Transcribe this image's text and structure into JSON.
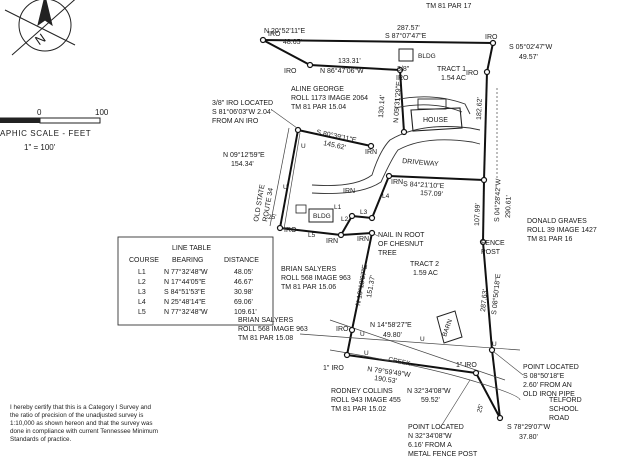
{
  "header": {
    "tm_ref": "TM 81 PAR 17"
  },
  "scale": {
    "ticks": [
      "0",
      "100"
    ],
    "label": "APHIC SCALE - FEET",
    "ratio": "1\" = 100'"
  },
  "compass": {
    "north": "N"
  },
  "labels": {
    "iro": "IRO",
    "irn": "IRN",
    "bldg": "BLDG",
    "house": "HOUSE",
    "barn": "BARN",
    "driveway": "DRIVEWAY",
    "creek": "CREEK",
    "fence_post": [
      "FENCE",
      "POST"
    ],
    "one_in_iro": "1\" IRO",
    "three_eighths": "3/8\"",
    "l_marks": [
      "L1",
      "L2",
      "L3",
      "L4",
      "L5"
    ],
    "u": "U",
    "dim_25": "25'",
    "dim_25b": "25'"
  },
  "tracts": {
    "tract1": {
      "name": "TRACT 1",
      "area": "1.54 AC"
    },
    "tract2": {
      "name": "TRACT 2",
      "area": "1.59 AC"
    }
  },
  "road": {
    "name": [
      "OLD STATE",
      "ROUTE 34"
    ]
  },
  "owners": {
    "aline_george": [
      "ALINE GEORGE",
      "ROLL 1173 IMAGE 2064",
      "TM 81 PAR 15.04"
    ],
    "iro_note": [
      "3/8\" IRO LOCATED",
      "S 81°06'03\"W 2.04'",
      "FROM AN IRO"
    ],
    "donald_graves": [
      "DONALD GRAVES",
      "ROLL 39 IMAGE 1427",
      "TM 81 PAR 16"
    ],
    "brian_salyers_1": [
      "BRIAN SALYERS",
      "ROLL 568 IMAGE 963",
      "TM 81 PAR 15.06"
    ],
    "brian_salyers_2": [
      "BRIAN SALYERS",
      "ROLL 568 IMAGE 963",
      "TM 81 PAR 15.08"
    ],
    "rodney_collins": [
      "RODNEY COLLINS",
      "ROLL 943 IMAGE 455",
      "TM 81 PAR 15.02"
    ],
    "telford": [
      "TELFORD",
      "SCHOOL",
      "ROAD"
    ],
    "nail": [
      "NAIL IN ROOT",
      "OF CHESNUT",
      "TREE"
    ],
    "point_pipe": [
      "POINT LOCATED",
      "S 08°50'18\"E",
      "2.60' FROM AN",
      "OLD IRON PIPE"
    ],
    "point_fence": [
      "POINT LOCATED",
      "N 32°34'08\"W",
      "6.16' FROM A",
      "METAL FENCE POST"
    ]
  },
  "bearings": {
    "b1": [
      "N 20°52'11\"E",
      "48.65'"
    ],
    "b2": [
      "287.57'",
      "S 87°07'47\"E"
    ],
    "b3": [
      "133.31'",
      "N 86°47'06\"W"
    ],
    "b4": [
      "S 05°02'47\"W",
      "49.57'"
    ],
    "b5": "182.62'",
    "b6": [
      "S 80°39'11\"E",
      "145.62'"
    ],
    "b7": [
      "130.14'",
      "N 05°31'29\"E"
    ],
    "b8": [
      "N 09°12'59\"E",
      "154.34'"
    ],
    "b9": [
      "S 84°21'10\"E",
      "157.09'"
    ],
    "b10": [
      "S 04°28'42\"W",
      "290.61'"
    ],
    "b11": "107.99'",
    "b12": [
      "N 10°18'07\"E",
      "151.37'"
    ],
    "b13": [
      "N 14°58'27\"E",
      "49.80'"
    ],
    "b14": [
      "S 08°50'18\"E",
      "287.63'"
    ],
    "b15": [
      "N 79°59'49\"W",
      "190.53'"
    ],
    "b16": [
      "N 32°34'08\"W",
      "59.52'"
    ],
    "b17": [
      "S 78°29'07\"W",
      "37.80'"
    ]
  },
  "line_table": {
    "title": "LINE TABLE",
    "headers": [
      "COURSE",
      "BEARING",
      "DISTANCE"
    ],
    "rows": [
      [
        "L1",
        "N 77°32'48\"W",
        "48.05'"
      ],
      [
        "L2",
        "N 17°44'05\"E",
        "46.67'"
      ],
      [
        "L3",
        "S 84°51'53\"E",
        "30.98'"
      ],
      [
        "L4",
        "N 25°48'14\"E",
        "69.06'"
      ],
      [
        "L5",
        "N 77°32'48\"W",
        "109.61'"
      ]
    ]
  },
  "certification": "I hereby certify that this is a Category I Survey and the ratio of precision of the unadjusted survey is 1:10,000 as shown hereon and that the survey was done in compliance with current Tennessee Minimum Standards of practice."
}
